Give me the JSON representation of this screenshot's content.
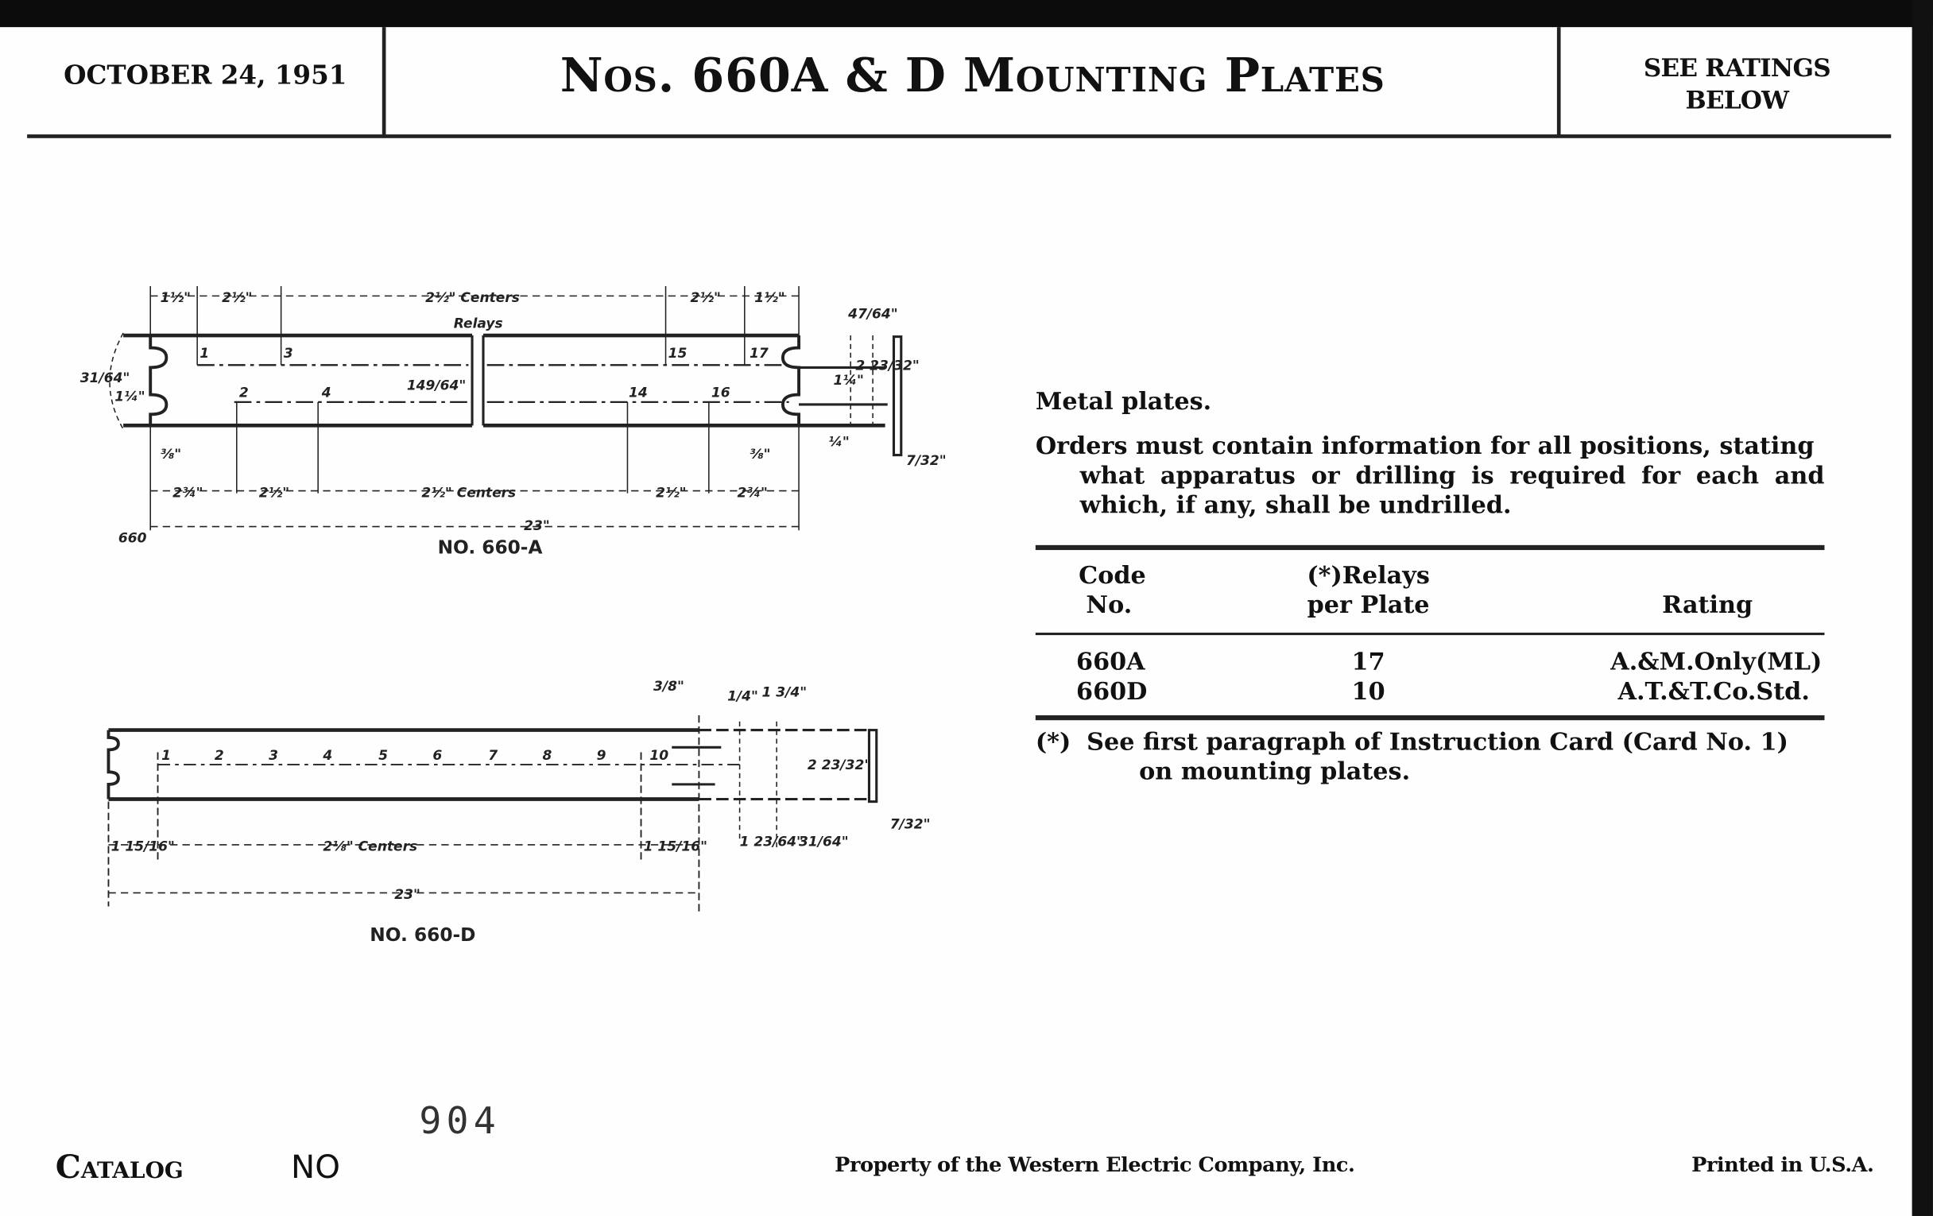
{
  "header": {
    "date": "OCTOBER 24, 1951",
    "title": "Nos. 660A & D Mounting Plates",
    "ratings_note_line1": "SEE RATINGS",
    "ratings_note_line2": "BELOW"
  },
  "description": {
    "line1": "Metal plates.",
    "para_first": "Orders must contain information for all positions, stating",
    "para_rest": "what apparatus or drilling is required for each and which, if any, shall be undrilled."
  },
  "table": {
    "headers": {
      "code_1": "Code",
      "code_2": "No.",
      "relays_1": "(*)Relays",
      "relays_2": "per Plate",
      "rating": "Rating"
    },
    "rows": [
      {
        "code": "660A",
        "relays": "17",
        "rating": "A.&M.Only(ML)"
      },
      {
        "code": "660D",
        "relays": "10",
        "rating": "A.T.&T.Co.Std."
      }
    ],
    "footnote_mark": "(*)",
    "footnote_1": "See first paragraph of Instruction Card (Card No. 1)",
    "footnote_2": "on mounting plates."
  },
  "diagram_a": {
    "caption": "NO. 660-A",
    "small_mark": "660",
    "top_dims": [
      "1½\"",
      "2½\"",
      "2½\" Centers",
      "2½\"",
      "1½\""
    ],
    "relays_label": "Relays",
    "bottom_dims": [
      "2¾\"",
      "2½\"",
      "2½\" Centers",
      "2½\"",
      "2¾\""
    ],
    "overall": "23\"",
    "positions": [
      "1",
      "3",
      "15",
      "17",
      "2",
      "4",
      "14",
      "16"
    ],
    "side_dims": [
      "31/64\"",
      "1¼\"",
      "⅜\"",
      "149/64\"",
      "47/64\"",
      "1¼\"",
      "2 23/32\"",
      "⅜\"",
      "¼\"",
      "7/32\""
    ]
  },
  "diagram_d": {
    "caption": "NO. 660-D",
    "positions": [
      "1",
      "2",
      "3",
      "4",
      "5",
      "6",
      "7",
      "8",
      "9",
      "10"
    ],
    "dims": [
      "1 15/16\"",
      "2⅛\" Centers",
      "1 15/16\"",
      "23\""
    ],
    "end_dims": [
      "3/8\"",
      "1/4\"",
      "1 3/4\"",
      "2 23/32\"",
      "1 23/64\"",
      "31/64\"",
      "7/32\""
    ]
  },
  "footer": {
    "catalog_number": "904",
    "catalog_label": "Catalog",
    "no_label": "NO",
    "property": "Property of the Western Electric Company, Inc.",
    "printed": "Printed in U.S.A."
  }
}
